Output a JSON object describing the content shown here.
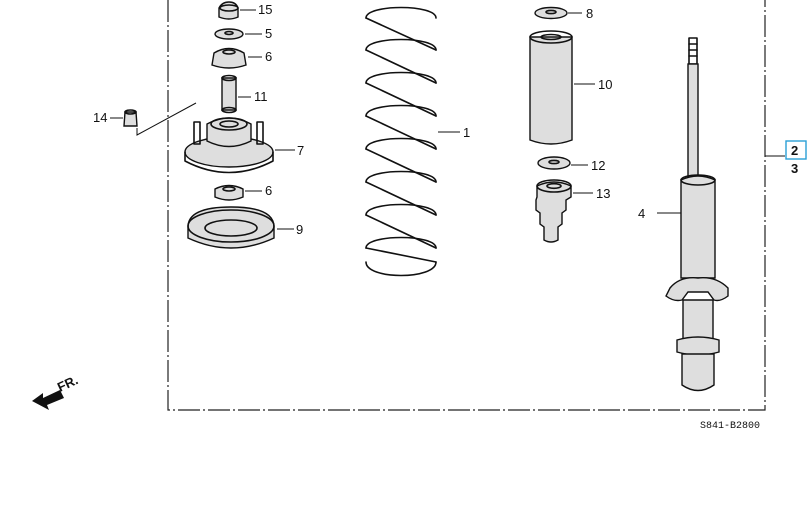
{
  "callouts": {
    "c1": "1",
    "c2": "2",
    "c3": "3",
    "c4": "4",
    "c5": "5",
    "c6a": "6",
    "c6b": "6",
    "c7": "7",
    "c8": "8",
    "c9": "9",
    "c10": "10",
    "c11": "11",
    "c12": "12",
    "c13": "13",
    "c14": "14",
    "c15": "15"
  },
  "direction_label": "FR.",
  "diagram_code": "S841-B2800",
  "colors": {
    "line": "#111111",
    "highlight": "#2a9fd6",
    "shading": "#dedede"
  }
}
